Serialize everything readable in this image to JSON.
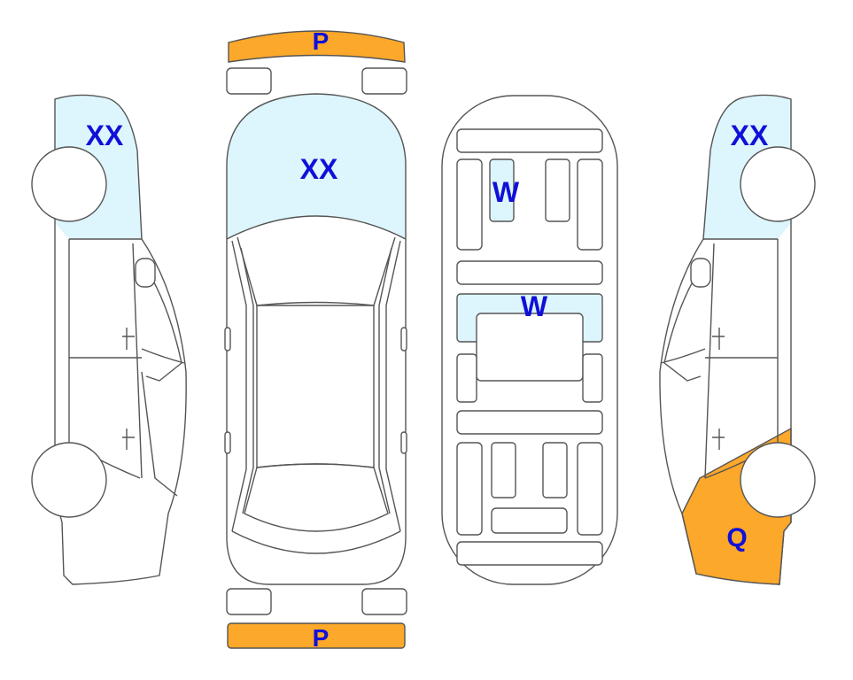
{
  "colors": {
    "paint_zone": "#fca82a",
    "glass_zone": "#ddf5fc",
    "label": "#1010d8",
    "outline": "#555555"
  },
  "labels": {
    "front_bumper": "P",
    "rear_bumper": "P",
    "left_side_rear": "XX",
    "windshield": "XX",
    "right_side_rear": "XX",
    "interior_rear": "W",
    "interior_middle": "W",
    "right_side_front": "Q"
  }
}
